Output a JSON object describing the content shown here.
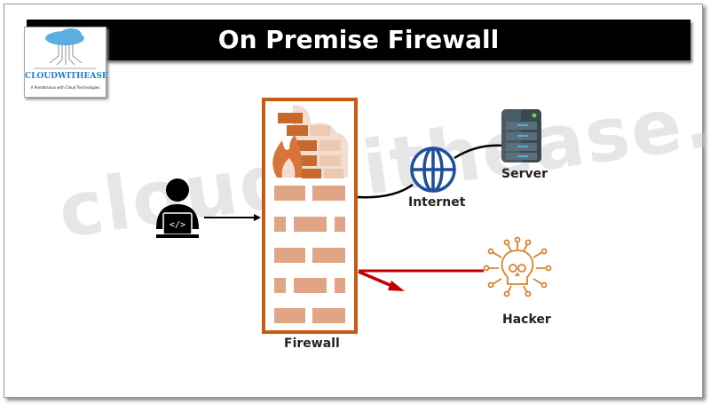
{
  "title": "On Premise Firewall",
  "logo": {
    "name": "CLOUDWITHEASE",
    "tagline": "A Rendezvous with Cloud Technologies"
  },
  "watermark": "cloudwithease.com",
  "labels": {
    "firewall": "Firewall",
    "internet": "Internet",
    "server": "Server",
    "hacker": "Hacker"
  },
  "colors": {
    "firewall": "#c55a11",
    "brick": "#e0a585",
    "globe": "#1f4e9c",
    "attack": "#c00000",
    "hacker": "#d9822b"
  }
}
